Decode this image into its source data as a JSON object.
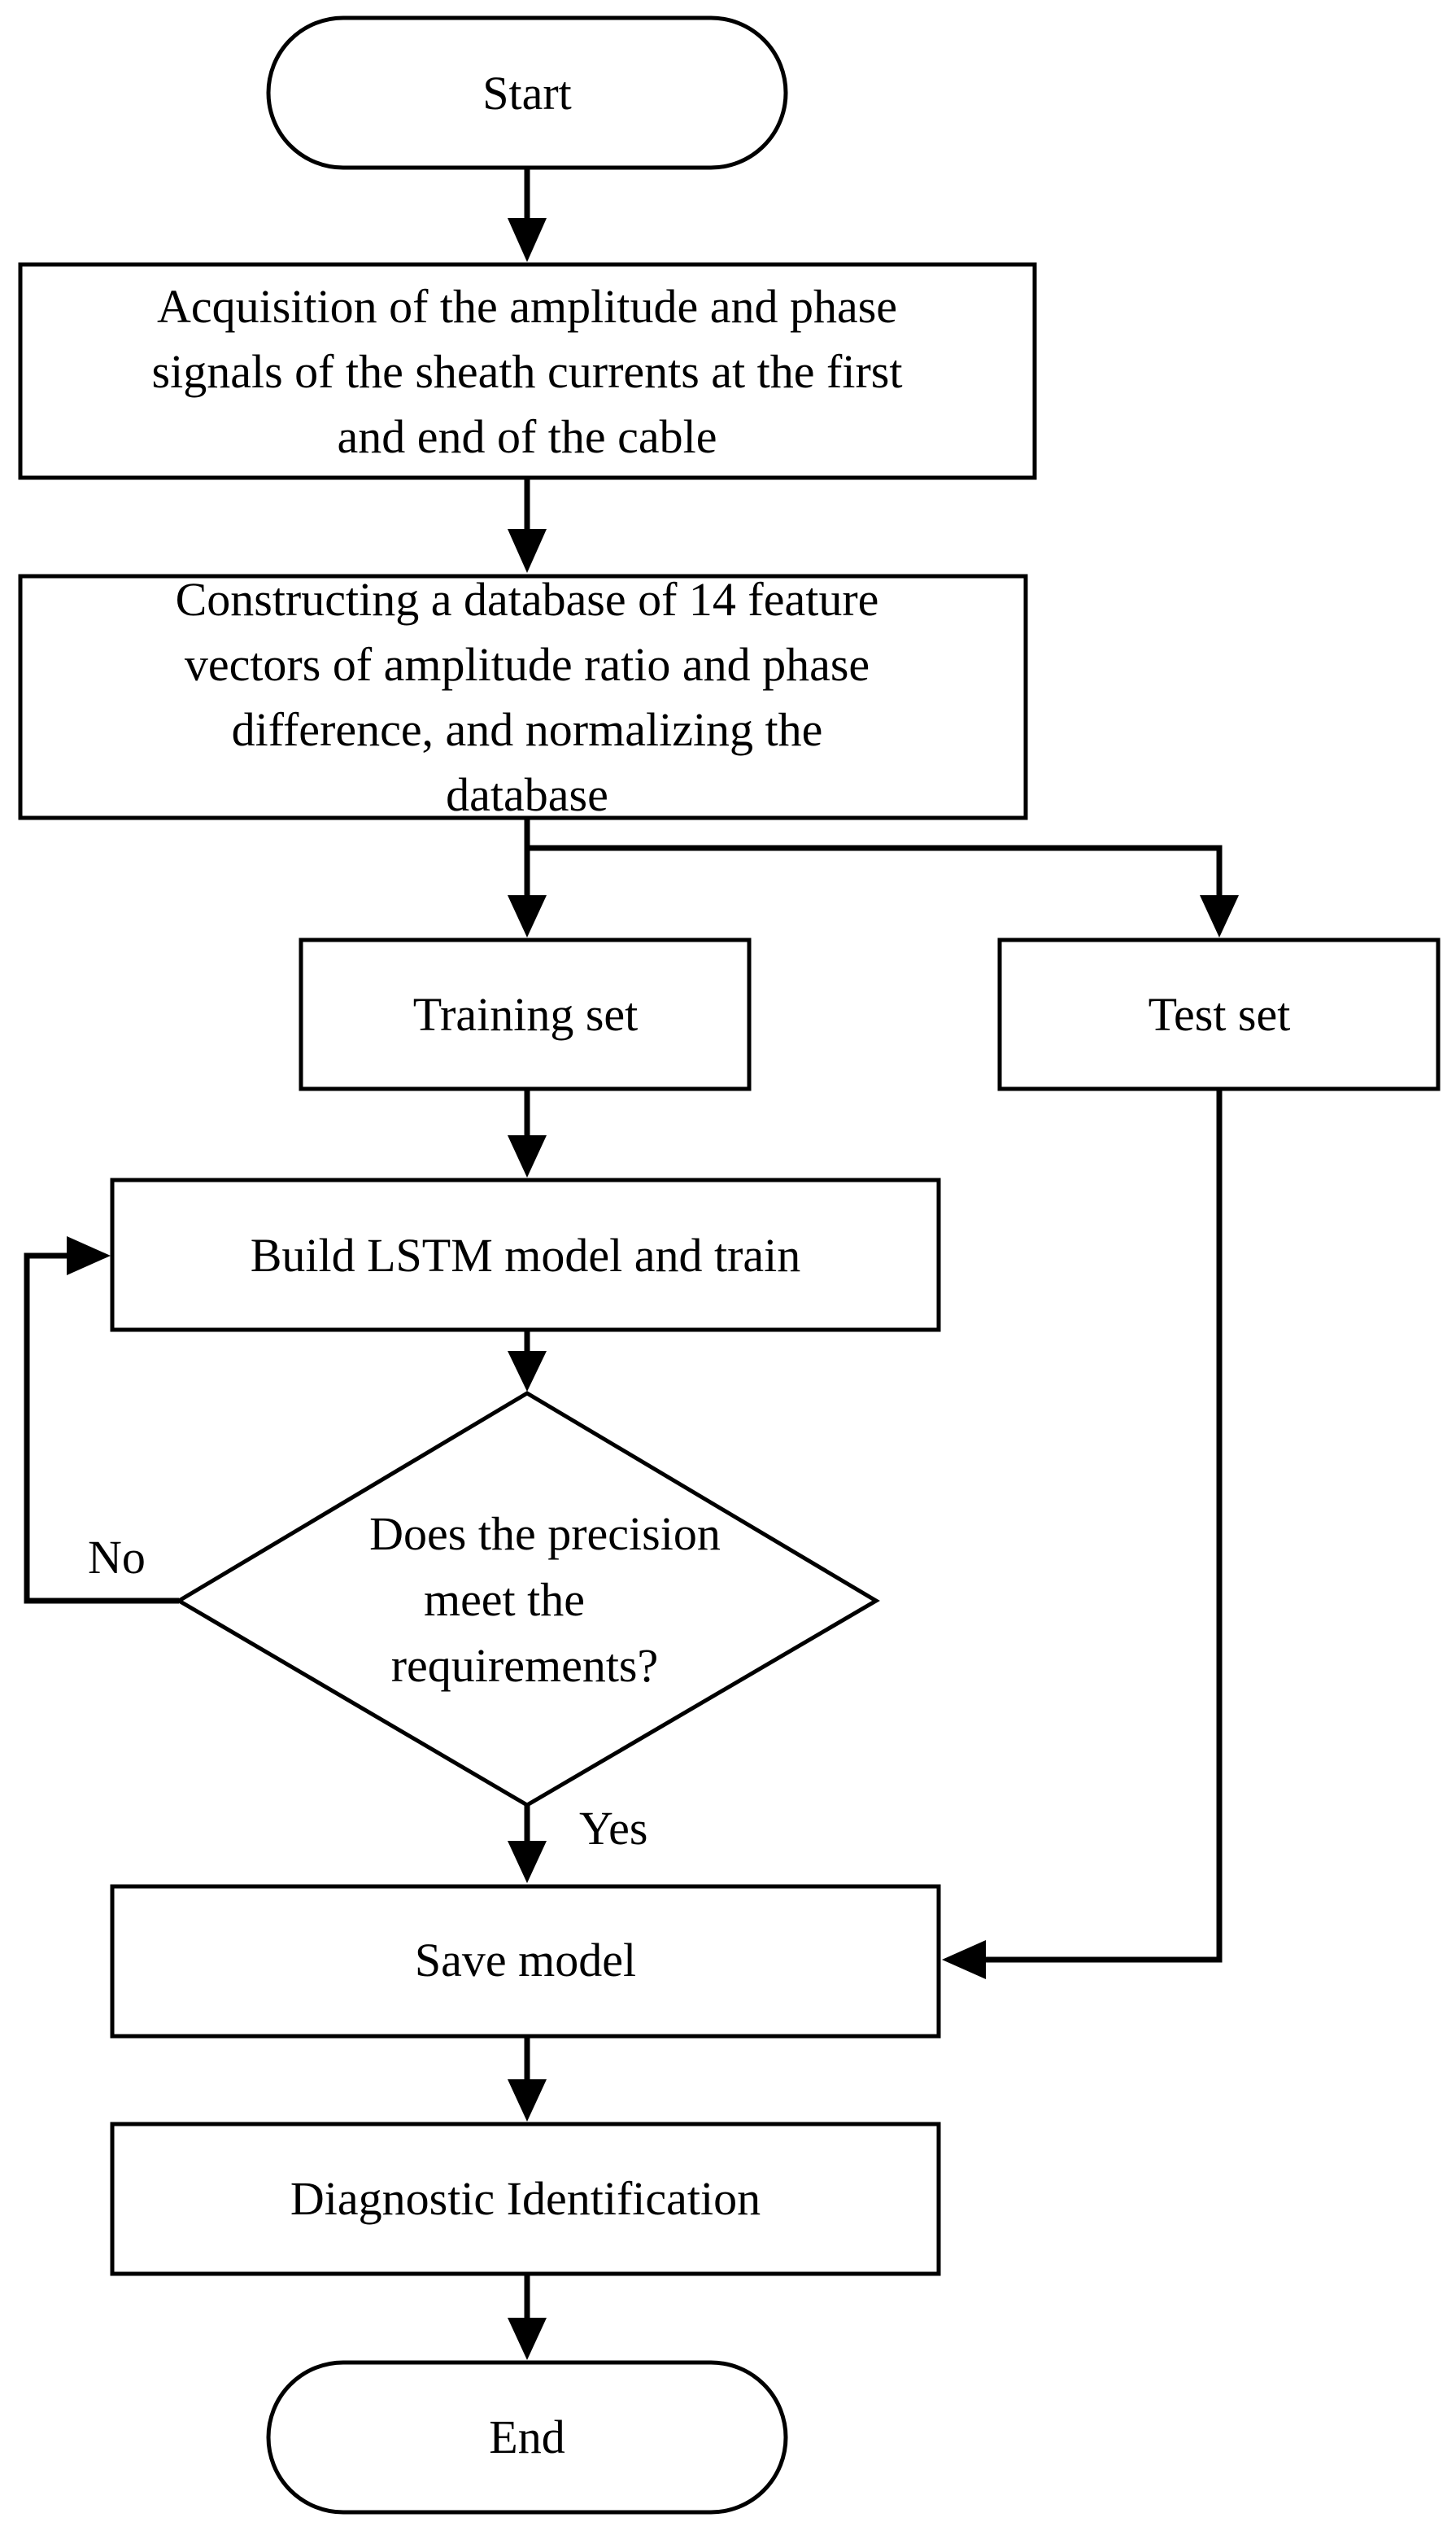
{
  "nodes": {
    "start": {
      "label": "Start"
    },
    "acquisition": {
      "lines": [
        "Acquisition of the amplitude and phase",
        "signals of the sheath currents at the first",
        "and end of the cable"
      ]
    },
    "database": {
      "lines": [
        "Constructing a database of 14 feature",
        "vectors of amplitude ratio and phase",
        "difference, and normalizing the",
        "database"
      ]
    },
    "training_set": {
      "label": "Training set"
    },
    "test_set": {
      "label": "Test set"
    },
    "build_lstm": {
      "label": "Build LSTM model and train"
    },
    "decision": {
      "lines": [
        "Does the precision",
        "meet the",
        "requirements?"
      ]
    },
    "save_model": {
      "label": "Save model"
    },
    "diagnostic": {
      "label": "Diagnostic Identification"
    },
    "end": {
      "label": "End"
    }
  },
  "edge_labels": {
    "no": "No",
    "yes": "Yes"
  }
}
